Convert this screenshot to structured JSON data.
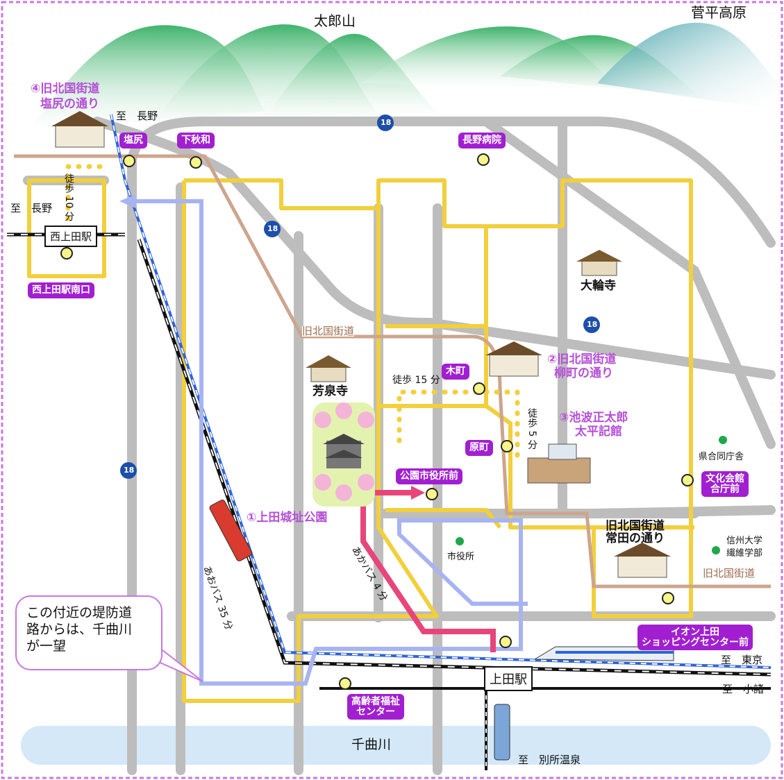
{
  "mountains": {
    "taro": "太郎山",
    "sugadaira": "菅平高原"
  },
  "river": "千曲川",
  "route_number": "18",
  "directions": {
    "nagano_top": "至　長野",
    "nagano_left": "至　長野",
    "tokyo": "至　東京",
    "komoro": "至　小諸",
    "bessho": "至　別所温泉"
  },
  "stations": {
    "nishi_ueda": "西上田駅",
    "ueda": "上田駅"
  },
  "bus_stops": {
    "shiojiri": "塩尻",
    "shimoakiwa": "下秋和",
    "nagano_hospital": "長野病院",
    "nishiueda_minamiguchi": "西上田駅南口",
    "kimachi": "木町",
    "haramachi": "原町",
    "koen_shiyakusho": "公園市役所前",
    "bunka_kaikan_1": "文化会館",
    "bunka_kaikan_2": "合庁前",
    "aeon_1": "イオン上田",
    "aeon_2": "ショッピングセンター前",
    "koreisha_1": "高齢者福祉",
    "koreisha_2": "センター"
  },
  "spots": {
    "shiojiri_1": "④旧北国街道",
    "shiojiri_2": "塩尻の通り",
    "yanagimachi_1": "②旧北国街道",
    "yanagimachi_2": "柳町の通り",
    "ikenami_1": "③池波正太郎",
    "ikenami_2": "太平記館",
    "castle": "①上田城址公園",
    "tokida_1": "旧北国街道",
    "tokida_2": "常田の通り"
  },
  "road_labels": {
    "hokkoku_1": "旧北国街道",
    "hokkoku_2": "旧北国街道"
  },
  "places": {
    "horinji": "芳泉寺",
    "daiwaji": "大輪寺",
    "city_hall": "市役所",
    "kengodo": "県合同庁舎",
    "shinshu_1": "信州大学",
    "shinshu_2": "繊維学部"
  },
  "walks": {
    "walk10": "徒歩 10 分",
    "walk15": "徒歩 15 分",
    "walk5": "徒歩 5 分"
  },
  "buses": {
    "aka": "あかバス 4 分",
    "ao": "あおバス 35 分"
  },
  "callout": {
    "line1": "この付近の堤防道",
    "line2": "路からは、千曲川",
    "line3": "が一望"
  },
  "colors": {
    "frame": "#c878e0",
    "road": "#bbbbbb",
    "bus_yellow": "#f2cf3c",
    "aka_bus": "#e8457a",
    "ao_bus": "#a6b4f2",
    "hokkoku": "#cda58d",
    "badge": "#a11fd0",
    "river": "#d4e8f7",
    "mountain": "#5cbf86"
  }
}
